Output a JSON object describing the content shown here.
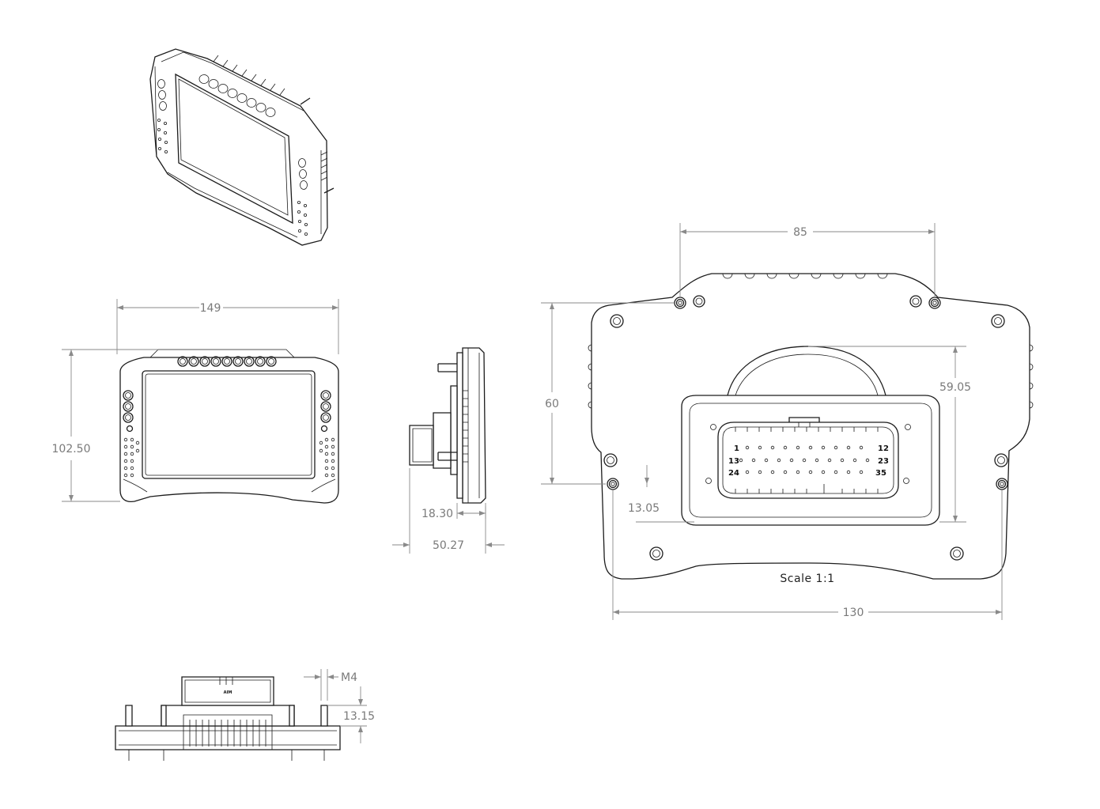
{
  "dimensions": {
    "front_width": "149",
    "front_height": "102.50",
    "side_offset": "18.30",
    "side_depth": "50.27",
    "rear_hole_spacing": "85",
    "rear_height_left": "60",
    "rear_connector_height": "59.05",
    "rear_offset": "13.05",
    "rear_width": "130",
    "bottom_thread": "M4",
    "bottom_stud": "13.15"
  },
  "connector": {
    "pin_first_row_start": "1",
    "pin_first_row_end": "12",
    "pin_second_row_start": "13",
    "pin_second_row_end": "23",
    "pin_third_row_start": "24",
    "pin_third_row_end": "35"
  },
  "scale_label": "Scale 1:1",
  "logo_text": "AIM"
}
